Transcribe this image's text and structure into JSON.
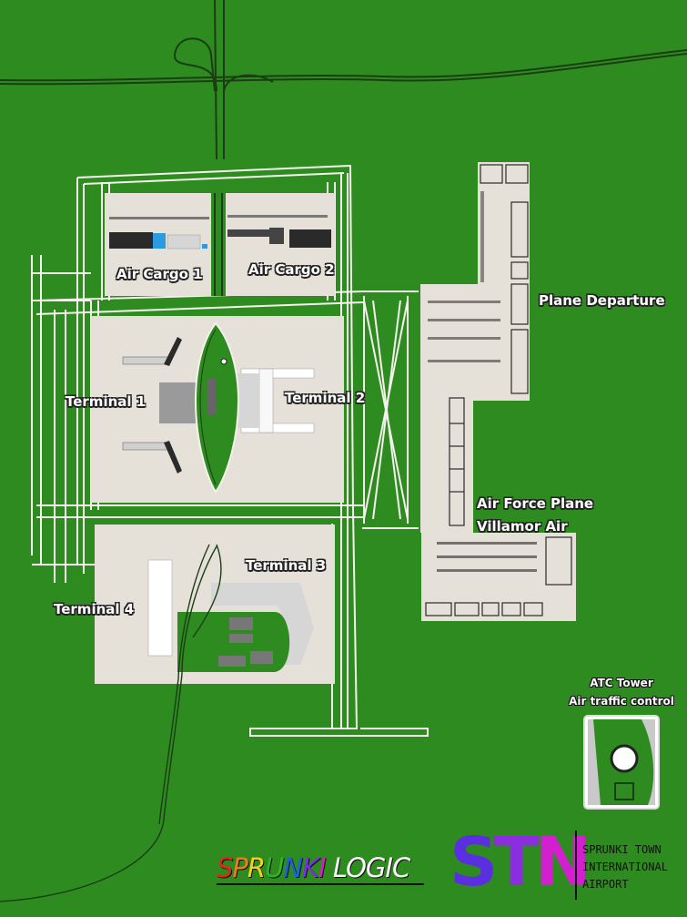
{
  "colors": {
    "grass": "#2e8b1f",
    "pavement": "#e6e1d8",
    "runway_line": "#f4f2ec",
    "road": "#1b3d14",
    "building_dark": "#2a2a2a",
    "building_light": "#d6d6d6",
    "accent_blue": "#2a9be0"
  },
  "labels": {
    "air_cargo_1": "Air Cargo 1",
    "air_cargo_2": "Air Cargo 2",
    "plane_departure": "Plane Departure",
    "terminal_1": "Terminal 1",
    "terminal_2": "Terminal 2",
    "terminal_3": "Terminal 3",
    "terminal_4": "Terminal 4",
    "air_force_line1": "Air Force Plane",
    "air_force_line2": "Villamor Air"
  },
  "atc": {
    "title": "ATC Tower",
    "subtitle": "Air traffic control"
  },
  "brand": {
    "logo_letters": [
      {
        "ch": "S",
        "color": "#e8231c"
      },
      {
        "ch": "P",
        "color": "#f07d1a"
      },
      {
        "ch": "R",
        "color": "#f2d21a"
      },
      {
        "ch": "U",
        "color": "#2fb52a"
      },
      {
        "ch": "N",
        "color": "#1b62e0"
      },
      {
        "ch": "K",
        "color": "#7b2fe0"
      },
      {
        "ch": "I",
        "color": "#d21fc8"
      },
      {
        "ch": " ",
        "color": "#000000"
      },
      {
        "ch": "L",
        "color": "#ffffff"
      },
      {
        "ch": "O",
        "color": "#ffffff"
      },
      {
        "ch": "G",
        "color": "#ffffff"
      },
      {
        "ch": "I",
        "color": "#ffffff"
      },
      {
        "ch": "C",
        "color": "#ffffff"
      }
    ],
    "stn_letters": [
      {
        "ch": "S",
        "color": "#5a2fe0"
      },
      {
        "ch": "T",
        "color": "#8a2ee0"
      },
      {
        "ch": "N",
        "color": "#d21fd0"
      }
    ],
    "name_lines": [
      "SPRUNKI TOWN",
      "INTERNATIONAL",
      "AIRPORT"
    ]
  }
}
